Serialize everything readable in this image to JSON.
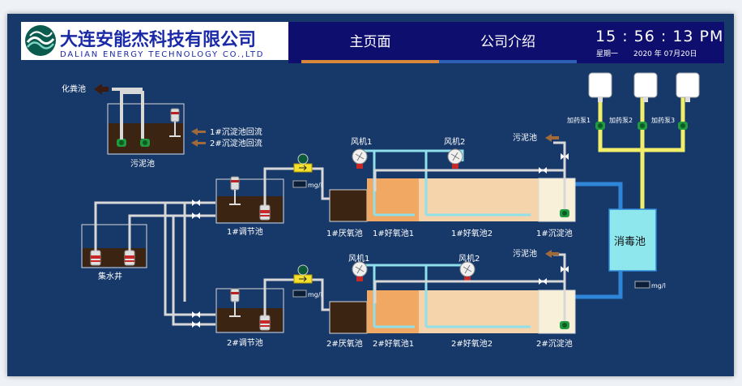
{
  "header": {
    "company_cn": "大连安能杰科技有限公司",
    "company_en": "DALIAN ENERGY TECHNOLOGY CO.,LTD",
    "tabs": [
      {
        "label": "主页面"
      },
      {
        "label": "公司介绍"
      }
    ],
    "time": "15 : 56 : 13  PM",
    "weekday": "星期一",
    "date": "2020 年 07月20日"
  },
  "colors": {
    "background": "#17396a",
    "nav": "#0e0e6e",
    "tab_active_underline": "#d9873a",
    "tab_underline": "#2f5fb5",
    "water_pipe": "#2f86d8",
    "air_pipe": "#8fe0ea",
    "chem_pipe": "#f2ee6a",
    "sludge": "#3b2412",
    "anoxic": "#f1a862",
    "aerobic": "#f6d4ab",
    "disinfection": "#8fe7ee"
  },
  "icons": {
    "logo": "wave-logo",
    "sludge_out": "arrow-left-icon",
    "return_flow": "arrow-left-icon",
    "flowmeter": "flowmeter-icon",
    "fan": "blower-icon",
    "pump": "pump-icon",
    "mixer": "agitator-icon",
    "valve": "butterfly-valve-icon",
    "tank": "chemical-tank-icon"
  },
  "diagram": {
    "septic_tank": "化粪池",
    "sludge_pool": "污泥池",
    "return_1": "1#沉淀池回流",
    "return_2": "2#沉淀池回流",
    "collection_well": "集水井",
    "reg_pool_1": "1#调节池",
    "reg_pool_2": "2#调节池",
    "flow_value": "mg/l",
    "line1": {
      "anoxic": "1#厌氧池",
      "aerobic1": "1#好氧池1",
      "aerobic2": "1#好氧池2",
      "sedimentation": "1#沉淀池",
      "fan1": "风机1",
      "fan2": "风机2",
      "sludge": "污泥池"
    },
    "line2": {
      "anoxic": "2#厌氧池",
      "aerobic1": "2#好氧池1",
      "aerobic2": "2#好氧池2",
      "sedimentation": "2#沉淀池",
      "fan1": "风机1",
      "fan2": "风机2",
      "sludge": "污泥池"
    },
    "pumps": [
      {
        "label": "加药泵1"
      },
      {
        "label": "加药泵2"
      },
      {
        "label": "加药泵3"
      }
    ],
    "disinfection": "消毒池",
    "disinfection_value": "mg/l"
  }
}
